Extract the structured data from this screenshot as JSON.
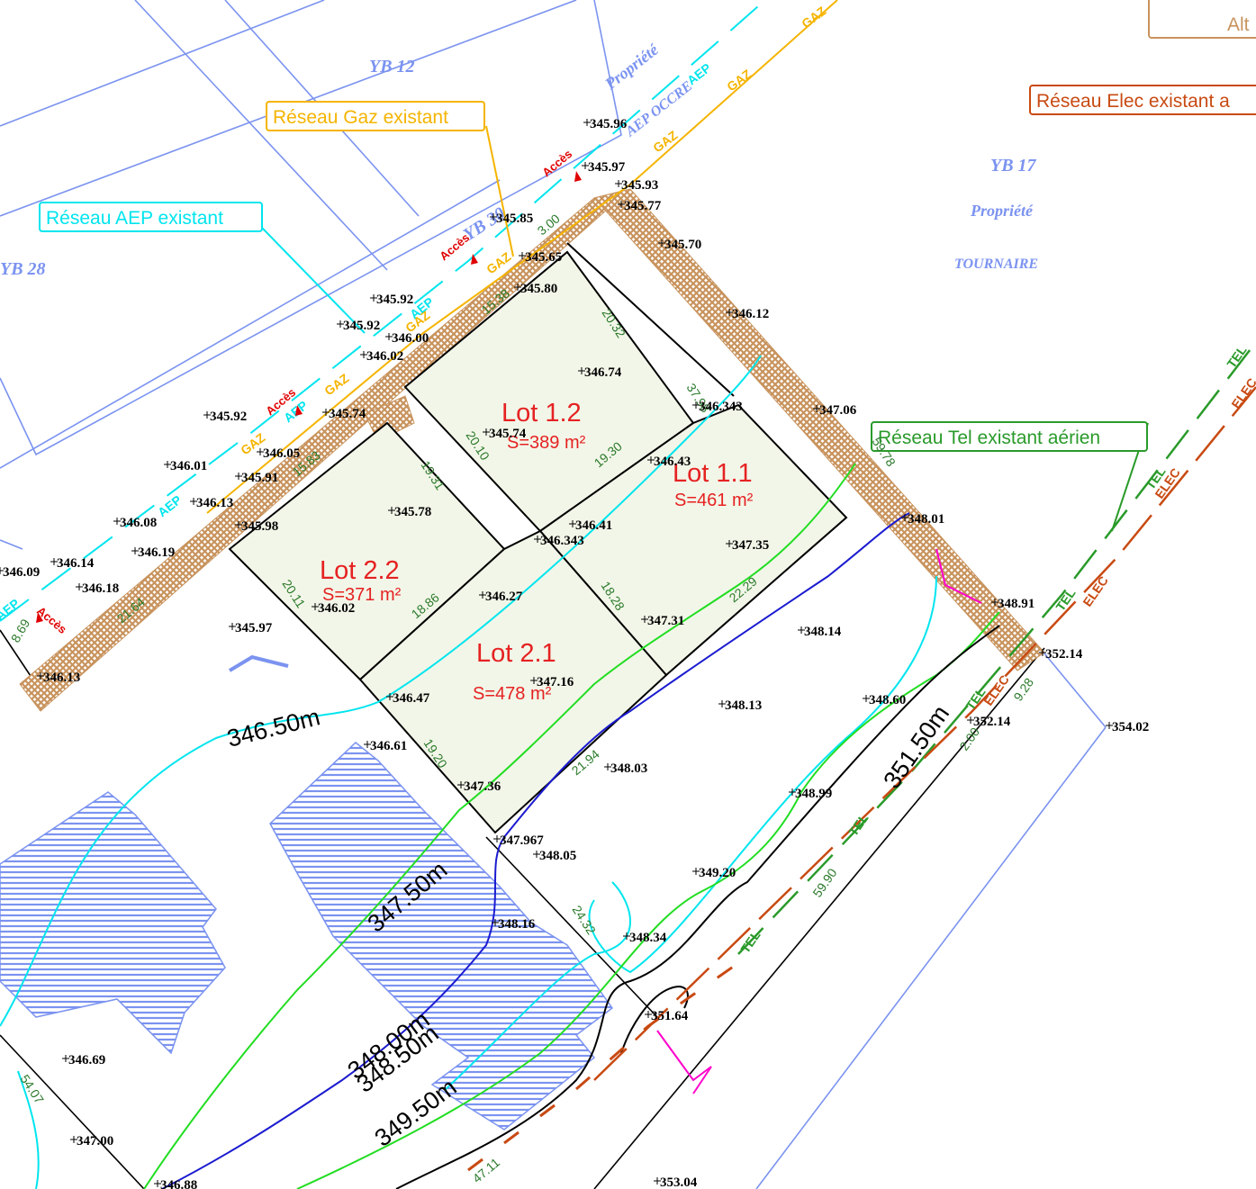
{
  "legend": {
    "gaz": "Réseau Gaz existant",
    "aep": "Réseau AEP existant",
    "elec": "Réseau Elec existant a",
    "tel": "Réseau Tel existant aérien",
    "alt": "Alt"
  },
  "colors": {
    "gaz": "#f5b400",
    "aep": "#00e5ee",
    "elec": "#c84a12",
    "tel": "#2a9a2a",
    "lot_fill": "#f2f6e8",
    "buildings": "#7b93f0",
    "dims": "#2b7a2b",
    "labels": "#e52222",
    "easement": "#c8935d"
  },
  "parcels": [
    {
      "label": "YB 12"
    },
    {
      "label": "YB 17"
    },
    {
      "label": "YB 28"
    },
    {
      "label": "YB 30"
    },
    {
      "label": "Propriété"
    },
    {
      "label": "Propriété"
    },
    {
      "label": "TOURNAIRE"
    },
    {
      "label": "AEP OCCRE"
    }
  ],
  "lots": [
    {
      "name": "Lot 1.2",
      "area": "S=389 m²"
    },
    {
      "name": "Lot 1.1",
      "area": "S=461 m²"
    },
    {
      "name": "Lot 2.2",
      "area": "S=371 m²"
    },
    {
      "name": "Lot 2.1",
      "area": "S=478 m²"
    }
  ],
  "dimensions": [
    "3.00",
    "15.38",
    "20.32",
    "37.98",
    "59.78",
    "20.10",
    "19.30",
    "19.31",
    "15.83",
    "21.64",
    "20.11",
    "18.86",
    "18.28",
    "22.29",
    "19.20",
    "21.94",
    "24.32",
    "59.90",
    "54.07",
    "47.11",
    "9.28",
    "2.00",
    "8.69"
  ],
  "altitudes": [
    "345.96",
    "345.97",
    "345.93",
    "345.77",
    "345.85",
    "345.70",
    "345.65",
    "345.80",
    "345.92",
    "345.92",
    "346.00",
    "346.02",
    "346.12",
    "346.74",
    "346.343",
    "347.06",
    "345.74",
    "345.92",
    "345.74",
    "346.05",
    "346.01",
    "345.91",
    "346.13",
    "346.08",
    "345.98",
    "345.78",
    "346.43",
    "346.41",
    "346.343",
    "347.35",
    "346.09",
    "346.19",
    "346.14",
    "346.18",
    "346.13",
    "345.97",
    "346.02",
    "346.27",
    "347.31",
    "348.01",
    "348.91",
    "352.14",
    "348.14",
    "346.47",
    "347.16",
    "348.13",
    "348.60",
    "352.14",
    "354.02",
    "346.61",
    "347.36",
    "348.03",
    "348.99",
    "347.967",
    "348.05",
    "349.20",
    "348.16",
    "348.34",
    "351.64",
    "346.69",
    "347.00",
    "353.04",
    "346.88"
  ],
  "contours": [
    "346.50m",
    "347.50m",
    "348.00m",
    "348.50m",
    "349.50m",
    "351.50m"
  ],
  "network_labels": {
    "gaz": "GAZ",
    "aep": "AEP",
    "tel": "TEL",
    "elec": "ELEC",
    "access": "Accès"
  }
}
